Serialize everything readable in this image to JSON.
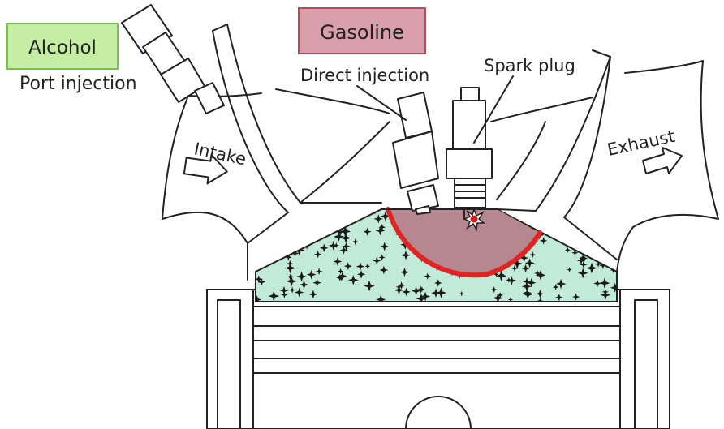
{
  "labels": {
    "alcohol": "Alcohol",
    "port_injection": "Port injection",
    "gasoline": "Gasoline",
    "direct_injection": "Direct injection",
    "spark_plug": "Spark plug",
    "intake": "Intake",
    "exhaust": "Exhaust"
  },
  "colors": {
    "alcohol_box_fill": "#c6eda4",
    "alcohol_box_stroke": "#7bbf4e",
    "gasoline_box_fill": "#d9a0ac",
    "gasoline_box_stroke": "#a8505f",
    "charge_fill": "#c2ead9",
    "stratified_fill": "#b58890",
    "flame_front": "#e02424",
    "spark": "#d81b1b"
  }
}
